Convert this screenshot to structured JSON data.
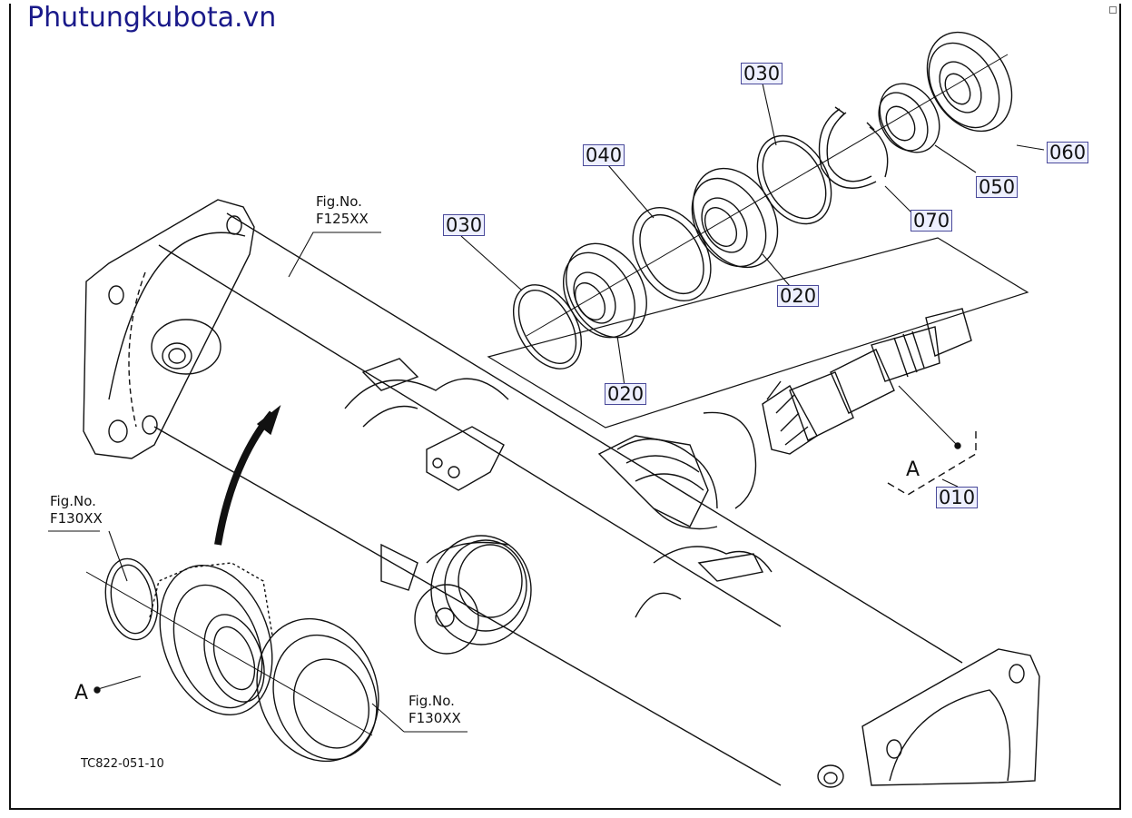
{
  "watermark": "Phutungkubota.vn",
  "part_labels": {
    "p030_top": "030",
    "p040": "040",
    "p030_left": "030",
    "p020_mid": "020",
    "p020_low": "020",
    "p050": "050",
    "p060": "060",
    "p070": "070",
    "p010": "010"
  },
  "fig_refs": {
    "f125": {
      "line1": "Fig.No.",
      "line2": "F125XX"
    },
    "f130_top": {
      "line1": "Fig.No.",
      "line2": "F130XX"
    },
    "f130_bottom": {
      "line1": "Fig.No.",
      "line2": "F130XX"
    }
  },
  "reference_mark_a1": "A",
  "reference_mark_a2": "A",
  "drawing_code": "TC822-051-10"
}
